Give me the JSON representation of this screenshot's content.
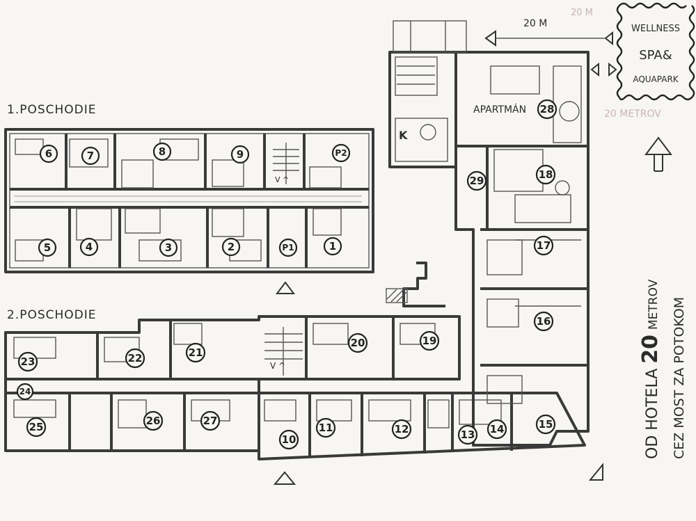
{
  "floor_labels": {
    "first": "1.POSCHODIE",
    "second": "2.POSCHODIE"
  },
  "apartment_label": "APARTMÁN",
  "kitchen_label": "K",
  "wellness": {
    "line1": "WELLNESS",
    "line2": "SPA&",
    "line3": "AQUAPARK"
  },
  "distance_top": "20 M",
  "distance_faint_top": "20 M",
  "distance_faint_right": "20 METROV",
  "side_text": {
    "line1_prefix": "OD HOTELA",
    "line1_big": "20",
    "line1_suffix": "METROV",
    "line2": "CEZ MOST ZA POTOKOM"
  },
  "stairs_mark": "V ^",
  "rooms": {
    "r1": "1",
    "r2": "2",
    "r3": "3",
    "r4": "4",
    "r5": "5",
    "r6": "6",
    "r7": "7",
    "r8": "8",
    "r9": "9",
    "p1": "P1",
    "p2": "P2",
    "r10": "10",
    "r11": "11",
    "r12": "12",
    "r13": "13",
    "r14": "14",
    "r15": "15",
    "r16": "16",
    "r17": "17",
    "r18": "18",
    "r19": "19",
    "r20": "20",
    "r21": "21",
    "r22": "22",
    "r23": "23",
    "r24": "24",
    "r25": "25",
    "r26": "26",
    "r27": "27",
    "r28": "28",
    "r29": "29"
  },
  "colors": {
    "paper": "#f7f6f3",
    "pencil": "#3a3a3a"
  }
}
